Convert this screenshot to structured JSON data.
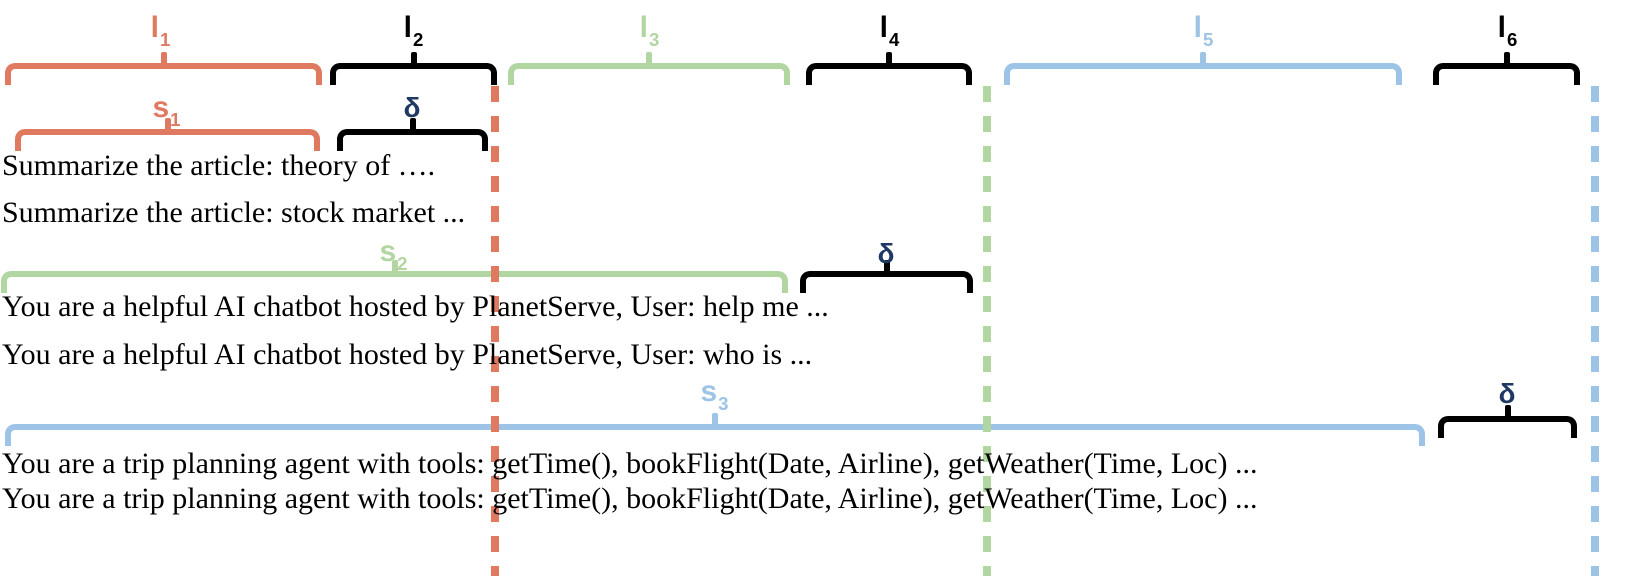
{
  "segment_labels": {
    "l1": {
      "main": "l",
      "sub": "1"
    },
    "l2": {
      "main": "l",
      "sub": "2"
    },
    "l3": {
      "main": "l",
      "sub": "3"
    },
    "l4": {
      "main": "l",
      "sub": "4"
    },
    "l5": {
      "main": "l",
      "sub": "5"
    },
    "l6": {
      "main": "l",
      "sub": "6"
    },
    "s1": {
      "main": "s",
      "sub": "1"
    },
    "s2": {
      "main": "s",
      "sub": "2"
    },
    "s3": {
      "main": "s",
      "sub": "3"
    },
    "delta": {
      "main": "δ"
    }
  },
  "prompts": {
    "group1": [
      "Summarize the article: theory of ….",
      "Summarize the article: stock market ..."
    ],
    "group2": [
      "You are a helpful AI chatbot hosted by PlanetServe, User: help me ...",
      "You are a helpful AI chatbot hosted by PlanetServe, User: who is ..."
    ],
    "group3": [
      "You are a trip planning agent with tools: getTime(), bookFlight(Date, Airline), getWeather(Time, Loc) ...",
      "You are a trip planning agent with tools: getTime(), bookFlight(Date, Airline), getWeather(Time, Loc) ..."
    ]
  },
  "colors": {
    "salmon": "#df7a61",
    "green": "#b2d6a2",
    "blue": "#9dc3e6",
    "black": "#000000",
    "delta_navy": "#1f3864"
  }
}
